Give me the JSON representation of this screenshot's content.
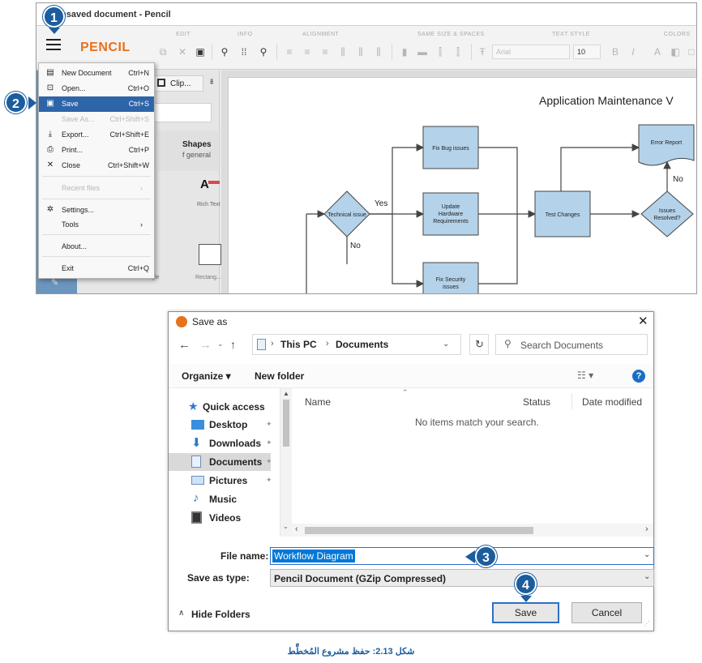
{
  "pencil": {
    "title": "nsaved document - Pencil",
    "logo": "PENCIL",
    "toolbar_groups": [
      "EDIT",
      "INFO",
      "ALIGNMENT",
      "SAME SIZE & SPACES",
      "TEXT STYLE",
      "COLORS"
    ],
    "font_placeholder": "Arial",
    "font_size": "10",
    "left_panel": {
      "clip_tab": "Clip...",
      "shapes_title": "Shapes",
      "shapes_subtitle": "f general",
      "shape_rich_text": "Rich Text",
      "shape_rectangle": "Rectangle",
      "shape_rectangle2": "Rectang..."
    },
    "menu": {
      "items": [
        {
          "label": "New Document",
          "shortcut": "Ctrl+N",
          "icon": "new-document-icon"
        },
        {
          "label": "Open...",
          "shortcut": "Ctrl+O",
          "icon": "open-icon"
        },
        {
          "label": "Save",
          "shortcut": "Ctrl+S",
          "icon": "save-icon"
        },
        {
          "label": "Save As...",
          "shortcut": "Ctrl+Shift+S",
          "icon": ""
        },
        {
          "label": "Export...",
          "shortcut": "Ctrl+Shift+E",
          "icon": "export-icon"
        },
        {
          "label": "Print...",
          "shortcut": "Ctrl+P",
          "icon": "print-icon"
        },
        {
          "label": "Close",
          "shortcut": "Ctrl+Shift+W",
          "icon": "close-icon"
        },
        {
          "label": "Recent files",
          "shortcut": "›",
          "icon": ""
        },
        {
          "label": "Settings...",
          "shortcut": "",
          "icon": "gear-icon"
        },
        {
          "label": "Tools",
          "shortcut": "›",
          "icon": ""
        },
        {
          "label": "About...",
          "shortcut": "",
          "icon": ""
        },
        {
          "label": "Exit",
          "shortcut": "Ctrl+Q",
          "icon": ""
        }
      ]
    },
    "diagram": {
      "title": "Application Maintenance V",
      "nodes": {
        "technical_issue": "Technical issue",
        "fix_bug": "Fix Bug issues",
        "update_hw_1": "Update",
        "update_hw_2": "Hardware",
        "update_hw_3": "Requirements",
        "fix_security_1": "Fix Security",
        "fix_security_2": "issues",
        "test_changes": "Test Changes",
        "error_report": "Error Report",
        "issues_resolved_1": "Issues",
        "issues_resolved_2": "Resolved?"
      },
      "labels": {
        "yes": "Yes",
        "no": "No",
        "no2": "No"
      }
    }
  },
  "dialog": {
    "title": "Save as",
    "close_glyph": "✕",
    "breadcrumb": [
      "This PC",
      "Documents"
    ],
    "search_placeholder": "Search Documents",
    "organize": "Organize ▾",
    "new_folder": "New folder",
    "nav": {
      "quick_access": "Quick access",
      "items": [
        "Desktop",
        "Downloads",
        "Documents",
        "Pictures",
        "Music",
        "Videos"
      ]
    },
    "columns": {
      "name": "Name",
      "status": "Status",
      "date_modified": "Date modified"
    },
    "empty_message": "No items match your search.",
    "filename_label": "File name:",
    "filename_value": "Workflow Diagram",
    "savetype_label": "Save as type:",
    "savetype_value": "Pencil Document (GZip Compressed)",
    "hide_folders": "Hide Folders",
    "save_label": "Save",
    "cancel_label": "Cancel"
  },
  "badges": {
    "one": "1",
    "two": "2",
    "three": "3",
    "four": "4"
  },
  "caption": "شكل 2.13: حفظ مشروع المُخطَّط",
  "colors": {
    "accent": "#1c5d9e",
    "pencil_orange": "#e8711b",
    "node_fill": "#b4d3ea",
    "menu_selected": "#2e65a8",
    "selection_blue": "#0078d7"
  }
}
